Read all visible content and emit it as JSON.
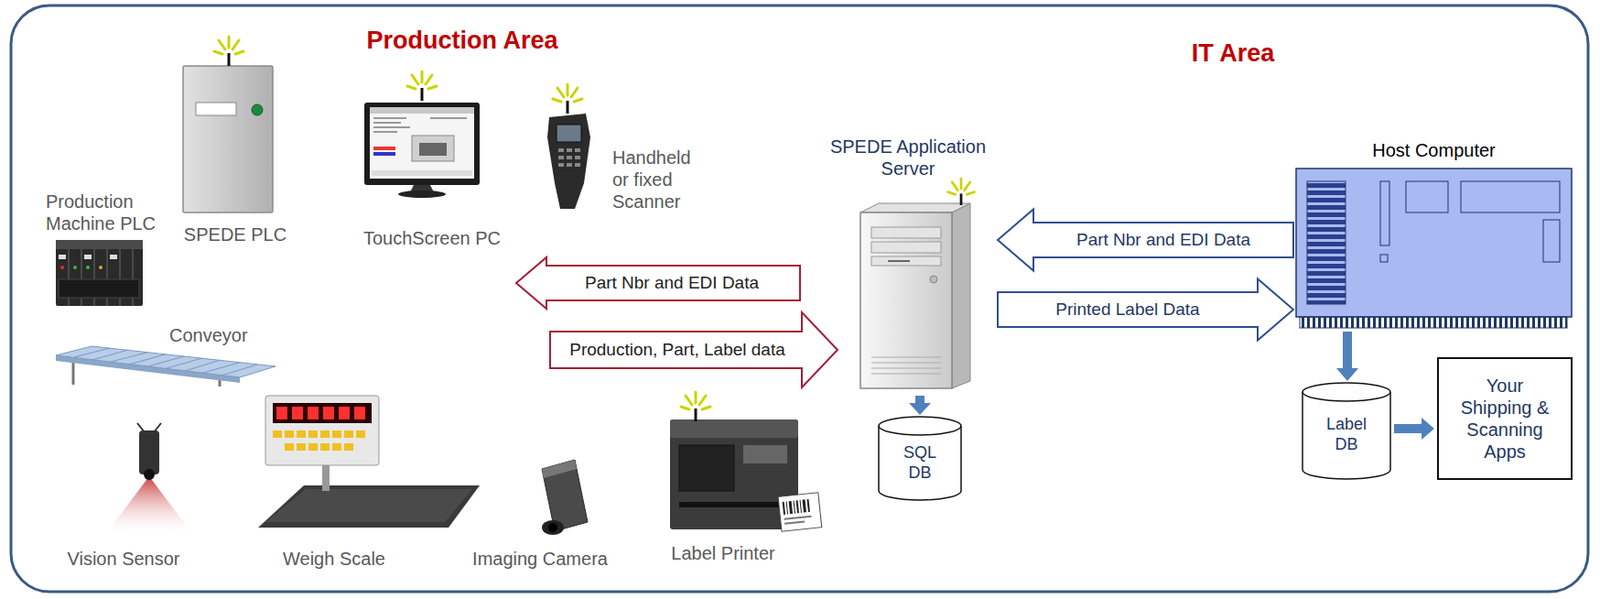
{
  "diagram": {
    "nodes": [
      {
        "text": [
          "Production Machine PLC"
        ]
      },
      {
        "text": [
          "SPEDE PLC"
        ]
      },
      {
        "text": [
          "TouchScreen PC"
        ]
      },
      {
        "text": [
          "Handheld or fixed Scanner"
        ]
      },
      {
        "text": [
          "Conveyor"
        ]
      },
      {
        "text": [
          "Vision Sensor"
        ]
      },
      {
        "text": [
          "Weigh Scale"
        ]
      },
      {
        "text": [
          "Imaging Camera"
        ]
      },
      {
        "text": [
          "Label Printer"
        ]
      },
      {
        "text": [
          "Part Nbr and EDI Data"
        ]
      },
      {
        "text": [
          "Production, Part, Label data"
        ]
      },
      {
        "text": [
          "SPEDE Application Server"
        ]
      },
      {
        "text": [
          "SQL DB"
        ]
      },
      {
        "text": [
          "Host Computer"
        ]
      },
      {
        "text": [
          "Label DB"
        ]
      },
      {
        "text": [
          "Your Shipping & Scanning Apps"
        ]
      }
    ],
    "edges": [
      {
        "from": 13,
        "to": 11,
        "label": "Part Nbr and EDI Data",
        "arrow": "to"
      },
      {
        "from": 11,
        "to": 13,
        "label": "Printed Label Data",
        "arrow": "to"
      },
      {
        "from": 11,
        "to": 12,
        "arrow": "to"
      },
      {
        "from": 13,
        "to": 14,
        "arrow": "to"
      },
      {
        "from": 14,
        "to": 15,
        "arrow": "to"
      }
    ],
    "labels": [
      "Production Area",
      "IT Area"
    ]
  }
}
